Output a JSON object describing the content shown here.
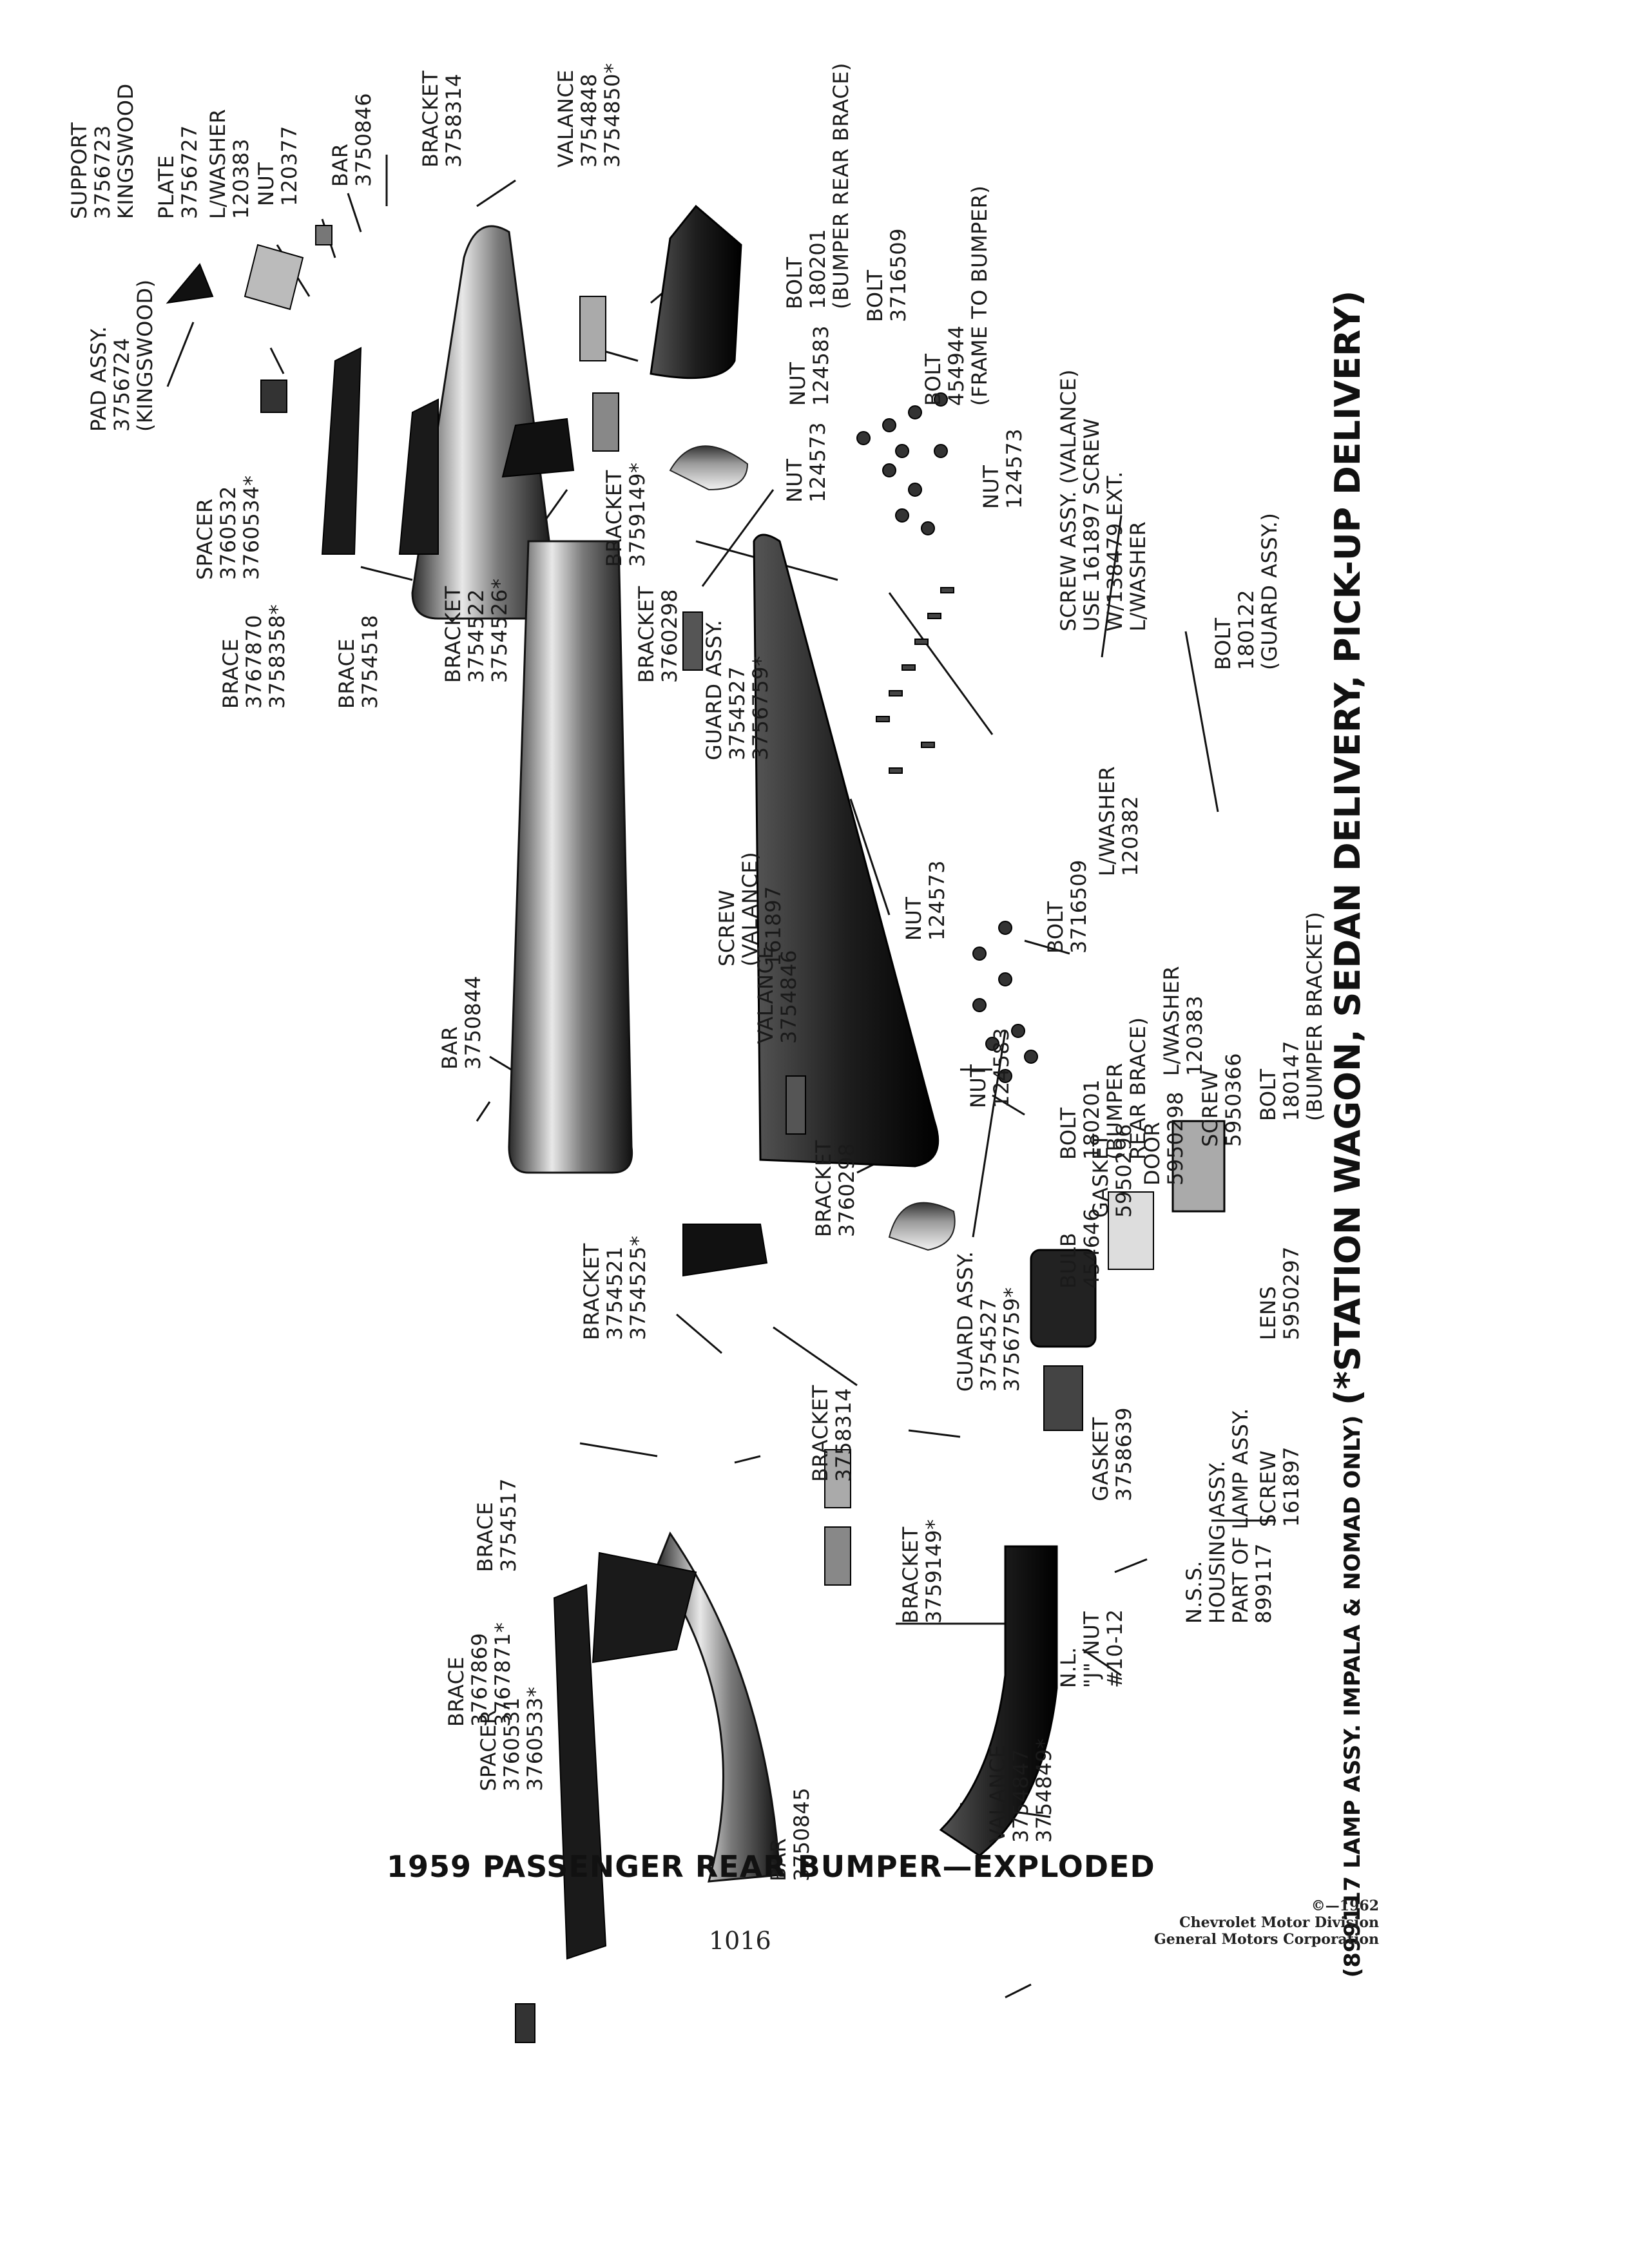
{
  "diagram": {
    "title": "1959 PASSENGER REAR BUMPER—EXPLODED",
    "page_number": "1016",
    "copyright": [
      "©—1962",
      "Chevrolet Motor Division",
      "General Motors Corporation"
    ],
    "footnote": {
      "part1": "(899117 LAMP ASSY. IMPALA & NOMAD ONLY)",
      "part2": "(*STATION WAGON, SEDAN DELIVERY, PICK-UP DELIVERY)"
    },
    "callouts": [
      {
        "lines": [
          "PAD ASSY.",
          "3756724",
          "(KINGSWOOD)"
        ]
      },
      {
        "lines": [
          "SUPPORT",
          "3756723",
          "KINGSWOOD"
        ]
      },
      {
        "lines": [
          "PLATE",
          "3756727"
        ]
      },
      {
        "lines": [
          "L/WASHER",
          "120383"
        ]
      },
      {
        "lines": [
          "NUT",
          "120377"
        ]
      },
      {
        "lines": [
          "BAR",
          "3750846"
        ]
      },
      {
        "lines": [
          "BRACKET",
          "3758314"
        ]
      },
      {
        "lines": [
          "VALANCE",
          "3754848",
          "3754850*"
        ]
      },
      {
        "lines": [
          "SPACER",
          "3760532",
          "3760534*"
        ]
      },
      {
        "lines": [
          "BRACE",
          "3767870",
          "3758358*"
        ]
      },
      {
        "lines": [
          "BRACE",
          "3754518"
        ]
      },
      {
        "lines": [
          "BRACKET",
          "3754522",
          "3754526*"
        ]
      },
      {
        "lines": [
          "BRACKET",
          "3759149*"
        ]
      },
      {
        "lines": [
          "BRACKET",
          "3760298"
        ]
      },
      {
        "lines": [
          "GUARD ASSY.",
          "3754527",
          "3756759*"
        ]
      },
      {
        "lines": [
          "NUT",
          "124573"
        ]
      },
      {
        "lines": [
          "NUT",
          "124583"
        ]
      },
      {
        "lines": [
          "BOLT",
          "180201",
          "(BUMPER REAR BRACE)"
        ]
      },
      {
        "lines": [
          "BOLT",
          "3716509"
        ]
      },
      {
        "lines": [
          "BOLT",
          "454944",
          "(FRAME TO BUMPER)"
        ]
      },
      {
        "lines": [
          "NUT",
          "124573"
        ]
      },
      {
        "lines": [
          "SCREW ASSY. (VALANCE)",
          "USE 161897 SCREW",
          "W/138479 EXT.",
          "L/WASHER"
        ]
      },
      {
        "lines": [
          "BOLT",
          "180122",
          "(GUARD ASSY.)"
        ]
      },
      {
        "lines": [
          "BAR",
          "3750844"
        ]
      },
      {
        "lines": [
          "SCREW",
          "(VALANCE)",
          "161897"
        ]
      },
      {
        "lines": [
          "NUT",
          "124573"
        ]
      },
      {
        "lines": [
          "BOLT",
          "3716509"
        ]
      },
      {
        "lines": [
          "L/WASHER",
          "120382"
        ]
      },
      {
        "lines": [
          "BOLT",
          "180147",
          "(BUMPER BRACKET)"
        ]
      },
      {
        "lines": [
          "L/WASHER",
          "120383"
        ]
      },
      {
        "lines": [
          "VALANCE",
          "3754846"
        ]
      },
      {
        "lines": [
          "NUT",
          "124583"
        ]
      },
      {
        "lines": [
          "BOLT",
          "180201",
          "(BUMPER",
          "REAR BRACE)"
        ]
      },
      {
        "lines": [
          "BRACKET",
          "3760298"
        ]
      },
      {
        "lines": [
          "BRACKET",
          "3754521",
          "3754525*"
        ]
      },
      {
        "lines": [
          "GUARD ASSY.",
          "3754527",
          "3756759*"
        ]
      },
      {
        "lines": [
          "BULB",
          "454646"
        ]
      },
      {
        "lines": [
          "GASKET",
          "5950296"
        ]
      },
      {
        "lines": [
          "DOOR",
          "5950298"
        ]
      },
      {
        "lines": [
          "SCREW",
          "5950366"
        ]
      },
      {
        "lines": [
          "BRACE",
          "3754517"
        ]
      },
      {
        "lines": [
          "BRACE",
          "3767869",
          "3767871*"
        ]
      },
      {
        "lines": [
          "BRACKET",
          "3758314"
        ]
      },
      {
        "lines": [
          "GASKET",
          "3758639"
        ]
      },
      {
        "lines": [
          "LENS",
          "5950297"
        ]
      },
      {
        "lines": [
          "SCREW",
          "161897"
        ]
      },
      {
        "lines": [
          "N.S.S.",
          "HOUSING ASSY.",
          "PART OF LAMP ASSY.",
          "899117"
        ]
      },
      {
        "lines": [
          "BRACKET",
          "3759149*"
        ]
      },
      {
        "lines": [
          "N.L.",
          "\"J\" NUT",
          "#10-12"
        ]
      },
      {
        "lines": [
          "VALANCE",
          "3754847",
          "3754849*"
        ]
      },
      {
        "lines": [
          "SPACER",
          "3760531",
          "3760533*"
        ]
      },
      {
        "lines": [
          "BAR",
          "3750845"
        ]
      }
    ]
  }
}
